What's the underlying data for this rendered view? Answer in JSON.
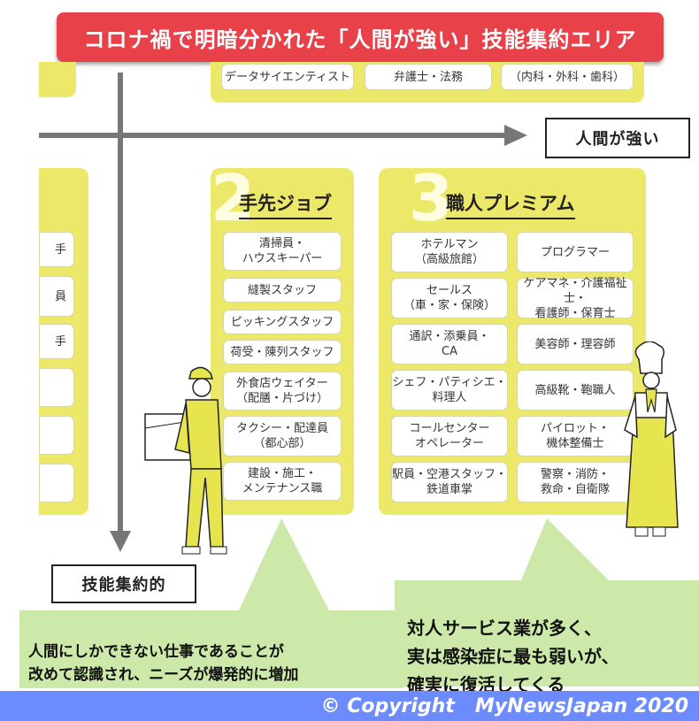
{
  "title": "コロナ禍で明暗分かれた「人間が強い」技能集約エリア",
  "axes": {
    "horizontal_label": "人間が強い",
    "vertical_label": "技能集約的"
  },
  "top_row": [
    "データサイエンティスト",
    "弁護士・法務",
    "（内科・外科・歯科）"
  ],
  "left_panel_fragments": [
    "手",
    "員",
    ")",
    "手",
    "",
    "",
    ""
  ],
  "panel2": {
    "number": "2",
    "title": "手先ジョブ",
    "jobs": [
      "清掃員・\nハウスキーパー",
      "縫製スタッフ",
      "ピッキングスタッフ",
      "荷受・陳列スタッフ",
      "外食店ウェイター\n（配膳・片づけ）",
      "タクシー・配達員\n（都心部）",
      "建設・施工・\nメンテナンス職"
    ]
  },
  "panel3": {
    "number": "3",
    "title": "職人プレミアム",
    "jobs_left": [
      "ホテルマン\n（高級旅館）",
      "セールス\n（車・家・保険）",
      "通訳・添乗員・\nCA",
      "シェフ・パティシエ・\n料理人",
      "コールセンター\nオペレーター",
      "駅員・空港スタッフ・\n鉄道車掌"
    ],
    "jobs_right": [
      "プログラマー",
      "ケアマネ・介護福祉士・\n看護師・保育士",
      "美容師・理容師",
      "高級靴・鞄職人",
      "パイロット・\n機体整備士",
      "警察・消防・\n救命・自衛隊"
    ]
  },
  "callout_left": "人間にしかできない仕事であることが\n改めて認識され、ニーズが爆発的に増加",
  "callout_right": "対人サービス業が多く、\n実は感染症に最も弱いが、\n確実に復活してくる",
  "footer": "© Copyright   MyNewsJapan 2020",
  "colors": {
    "title_banner": "#e8414a",
    "panel": "#ece96a",
    "callout": "#cde9a9",
    "footer": "#6c8bff",
    "worker_figure": "#e6e44f"
  }
}
